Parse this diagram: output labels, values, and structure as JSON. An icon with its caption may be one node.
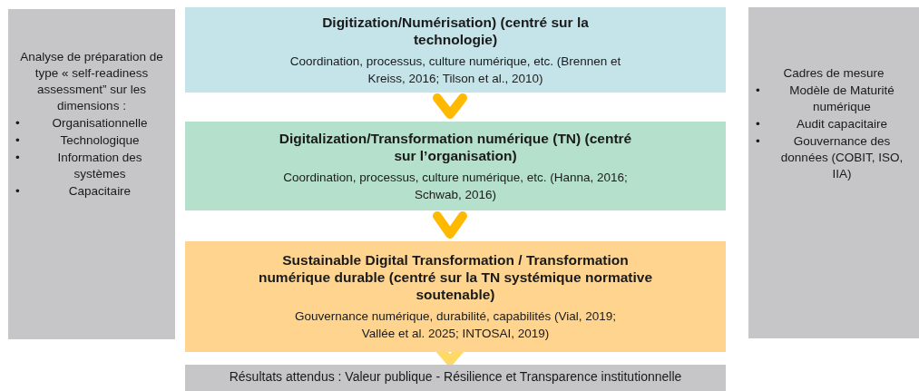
{
  "diagram": {
    "nodes": [
      {
        "text": [
          "Analyse de préparation de type « self-readiness assessment” sur les dimensions :",
          "Organisationnelle",
          "Technologique",
          "Information des systèmes",
          "Capacitaire"
        ]
      },
      {
        "text": [
          "Digitization/Numérisation) (centré sur la technologie)",
          "Coordination, processus, culture numérique, etc. (Brennen et Kreiss, 2016; Tilson et al., 2010)"
        ]
      },
      {
        "text": [
          "Digitalization/Transformation numérique (TN) (centré sur l’organisation)",
          "Coordination, processus, culture numérique, etc. (Hanna, 2016; Schwab, 2016)"
        ]
      },
      {
        "text": [
          "Sustainable Digital Transformation / Transformation numérique durable (centré sur la TN systémique normative soutenable)",
          "Gouvernance numérique, durabilité, capabilités (Vial, 2019; Vallée et al. 2025; INTOSAI, 2019)"
        ]
      },
      {
        "text": [
          "Résultats attendus : Valeur publique - Résilience et Transparence institutionnelle"
        ]
      },
      {
        "text": [
          "Cadres de mesure",
          "Modèle de Maturité numérique",
          "Audit capacitaire",
          "Gouvernance des données (COBIT, ISO, IIA)"
        ]
      }
    ],
    "edges": [
      {
        "from": 1,
        "to": 2,
        "arrow": "to"
      },
      {
        "from": 2,
        "to": 3,
        "arrow": "to"
      },
      {
        "from": 3,
        "to": 4,
        "arrow": "to",
        "color": "#ffd966"
      }
    ],
    "labels": [
      "•",
      "•",
      "•",
      "•",
      "•",
      "•",
      "•"
    ]
  }
}
